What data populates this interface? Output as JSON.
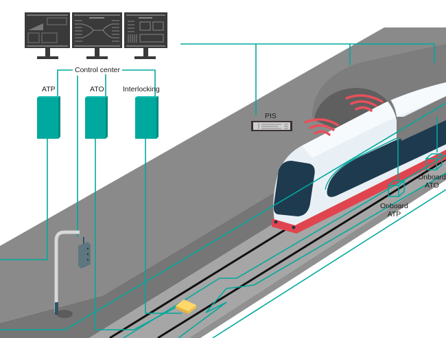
{
  "diagram": {
    "title": "Railway train control system overview",
    "labels": {
      "control_center": "Control center",
      "atp": "ATP",
      "ato": "ATO",
      "interlocking": "Interlocking",
      "pis": "PIS",
      "onboard_atp_line1": "Onboard",
      "onboard_atp_line2": "ATP",
      "onboard_ato_line1": "Onboard",
      "onboard_ato_line2": "ATO"
    },
    "components": [
      {
        "id": "control-center-monitors",
        "count": 3
      },
      {
        "id": "atp-cabinet",
        "label": "ATP"
      },
      {
        "id": "ato-cabinet",
        "label": "ATO"
      },
      {
        "id": "interlocking-cabinet",
        "label": "Interlocking"
      },
      {
        "id": "pis-display",
        "label": "PIS"
      },
      {
        "id": "trackside-radio-pole"
      },
      {
        "id": "balise"
      },
      {
        "id": "tunnel"
      },
      {
        "id": "train"
      },
      {
        "id": "onboard-atp-unit",
        "label": "Onboard ATP"
      },
      {
        "id": "onboard-ato-unit",
        "label": "Onboard ATO"
      },
      {
        "id": "wireless-signal",
        "count": 2
      }
    ],
    "colors": {
      "teal": "#00a99d",
      "cabinet": "#00a99d",
      "cabinet_side": "#008a80",
      "platform_top": "#8a8a8a",
      "platform_side": "#6f6f6f",
      "trackbed": "#a5a5a5",
      "rail": "#111111",
      "tunnel": "#7a7a7a",
      "tunnel_inner": "#5e5e5e",
      "train_body": "#e6eef4",
      "train_window": "#1e3a4f",
      "train_stripe": "#e0454f",
      "signal_wave": "#e8505b",
      "balise": "#f5c94a",
      "monitor": "#3a3a3a"
    }
  }
}
